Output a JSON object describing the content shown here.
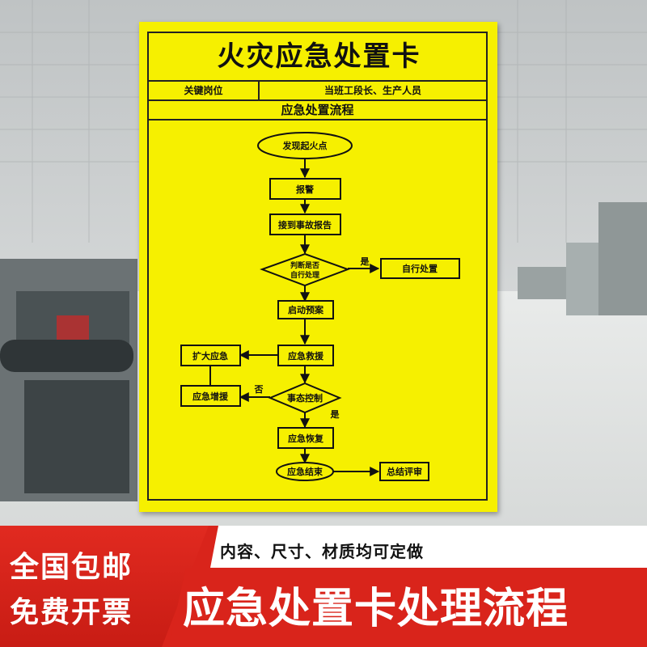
{
  "card": {
    "title": "火灾应急处置卡",
    "key_post_label": "关键岗位",
    "key_post_value": "当班工段长、生产人员",
    "section_title": "应急处置流程"
  },
  "flow": {
    "start": "发现起火点",
    "report": "报警",
    "receive": "接到事故报告",
    "decision1_line1": "判断是否",
    "decision1_line2": "自行处理",
    "self_handle": "自行处置",
    "yes1": "是",
    "activate_plan": "启动预案",
    "rescue": "应急救援",
    "expand": "扩大应急",
    "decision2": "事态控制",
    "no2": "否",
    "yes2": "是",
    "reinforce": "应急增援",
    "recover": "应急恢复",
    "end": "应急结束",
    "review": "总结评审"
  },
  "promo": {
    "line1": "全国包邮",
    "line2": "免费开票",
    "subtitle": "内容、尺寸、材质均可定做",
    "big_title": "应急处置卡处理流程"
  },
  "colors": {
    "card": "#f6f000",
    "banner_red": "#d9241b",
    "ink": "#111111"
  }
}
